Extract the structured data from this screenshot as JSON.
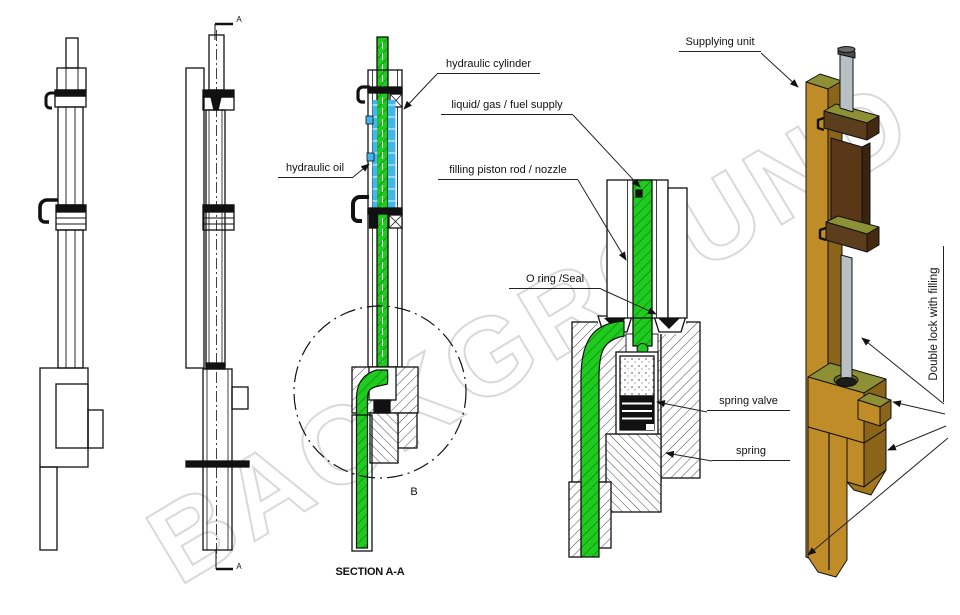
{
  "labels": {
    "hydraulic_cylinder": "hydraulic cylinder",
    "liquid_gas_fuel_supply": "liquid/ gas / fuel supply",
    "hydraulic_oil": "hydraulic oil",
    "filling_piston_rod_nozzle": "filling piston rod / nozzle",
    "o_ring_seal": "O ring /Seal",
    "spring_valve": "spring valve",
    "spring": "spring",
    "supplying_unit": "Supplying unit",
    "double_lock_with_filling": "Double lock with filling"
  },
  "captions": {
    "section": "SECTION A-A",
    "detail_b": "B",
    "cut_marker_top": "A",
    "cut_marker_bottom": "A"
  },
  "watermark": "BACKGROUND",
  "colors": {
    "fluid_green": "#1ecb1e",
    "oil_blue": "#42b7e8",
    "gold": "#c08c28",
    "gold_dark": "#8a6418",
    "olive": "#8d9034",
    "brown": "#5a3817",
    "brown_dark": "#44290f",
    "rod_gray": "#b9c0c4",
    "line": "#111111",
    "watermark_gray": "#d9d9d9"
  }
}
